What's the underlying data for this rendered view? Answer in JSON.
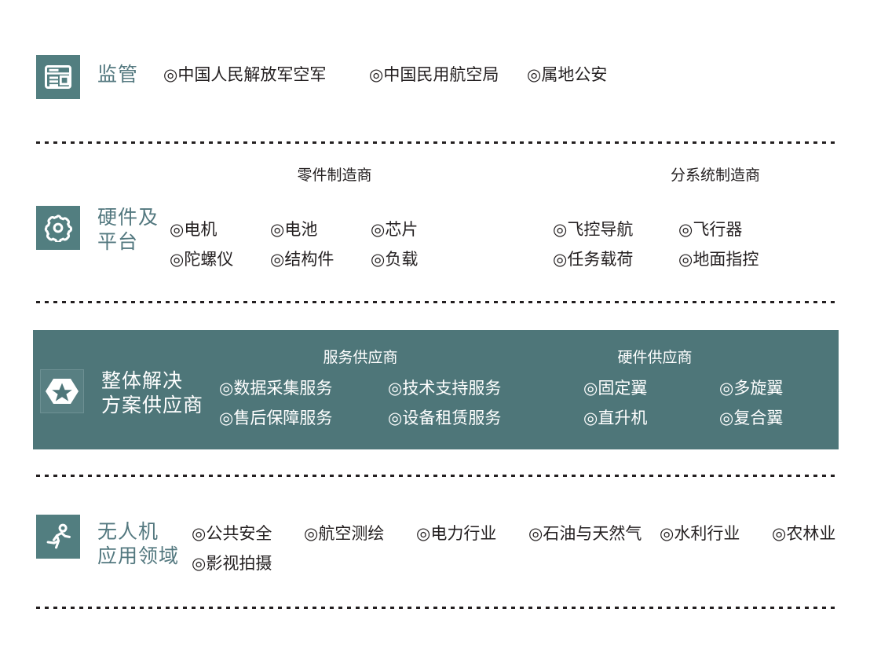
{
  "theme": {
    "teal": "#527e80",
    "band_bg": "#4e7679",
    "label_color": "#53787f",
    "text_color": "#231f20",
    "band_text": "#ffffff"
  },
  "rows": [
    {
      "id": "regulation",
      "icon": "browser-window-icon",
      "label": "监管",
      "groups": [
        {
          "title": "",
          "items": [
            "◎中国人民解放军空军",
            "◎中国民用航空局",
            "◎属地公安"
          ]
        }
      ]
    },
    {
      "id": "hardware-platform",
      "icon": "gear-icon",
      "label": "硬件及\n平台",
      "groups": [
        {
          "title": "零件制造商",
          "items": [
            "◎电机",
            "◎电池",
            "◎芯片",
            "◎陀螺仪",
            "◎结构件",
            "◎负载"
          ]
        },
        {
          "title": "分系统制造商",
          "items": [
            "◎飞控导航",
            "◎飞行器",
            "◎任务载荷",
            "◎地面指控"
          ]
        }
      ]
    },
    {
      "id": "total-solution-supplier",
      "icon": "hexagon-star-icon",
      "label": "整体解决\n方案供应商",
      "groups": [
        {
          "title": "服务供应商",
          "items": [
            "◎数据采集服务",
            "◎技术支持服务",
            "◎售后保障服务",
            "◎设备租赁服务"
          ]
        },
        {
          "title": "硬件供应商",
          "items": [
            "◎固定翼",
            "◎多旋翼",
            "◎直升机",
            "◎复合翼"
          ]
        }
      ]
    },
    {
      "id": "uav-application",
      "icon": "running-person-icon",
      "label": "无人机\n应用领域",
      "groups": [
        {
          "title": "",
          "items": [
            "◎公共安全",
            "◎航空测绘",
            "◎电力行业",
            "◎石油与天然气",
            "◎水利行业",
            "◎农林业",
            "◎影视拍摄"
          ]
        }
      ]
    }
  ]
}
